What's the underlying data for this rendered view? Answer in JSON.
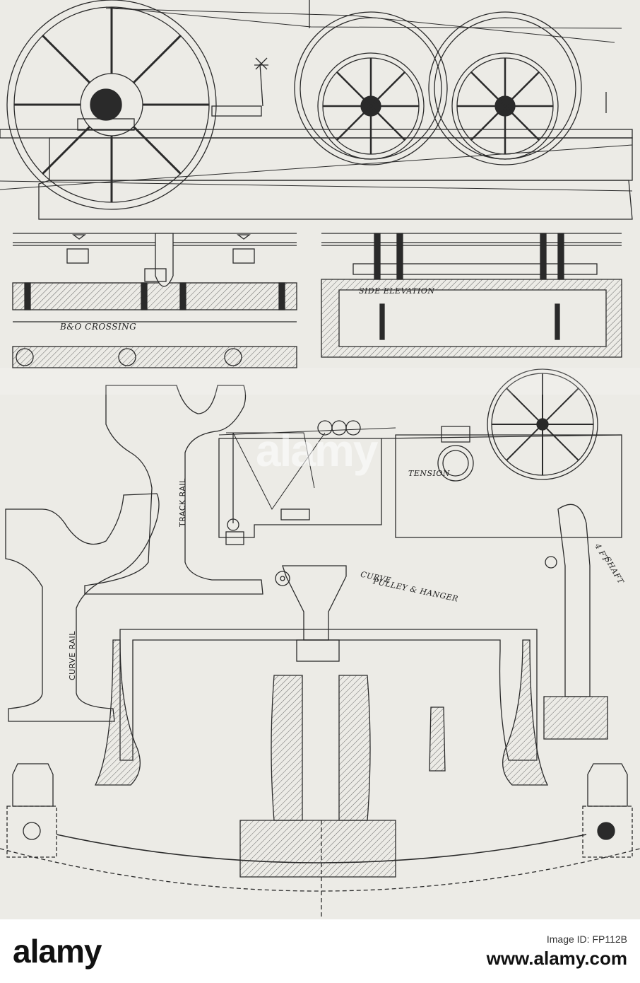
{
  "labels": {
    "bo_crossing": "B&O CROSSING",
    "side_elevation": "SIDE ELEVATION",
    "tension": "TENSION",
    "track_rail": "TRACK RAIL",
    "curve_rail": "CURVE RAIL",
    "curve_pulley": "CURVE",
    "curve_pulley_line2": "PULLEY & HANGER",
    "shaft": "4 FT",
    "shaft_line2": "SHAFT"
  },
  "watermark": {
    "text": "alamy",
    "color": "#ffffff"
  },
  "footer": {
    "logo": "alamy",
    "image_id_label": "Image ID: FP112B",
    "site": "www.alamy.com"
  },
  "colors": {
    "paper": "#ecebe6",
    "ink": "#2a2a2a"
  }
}
